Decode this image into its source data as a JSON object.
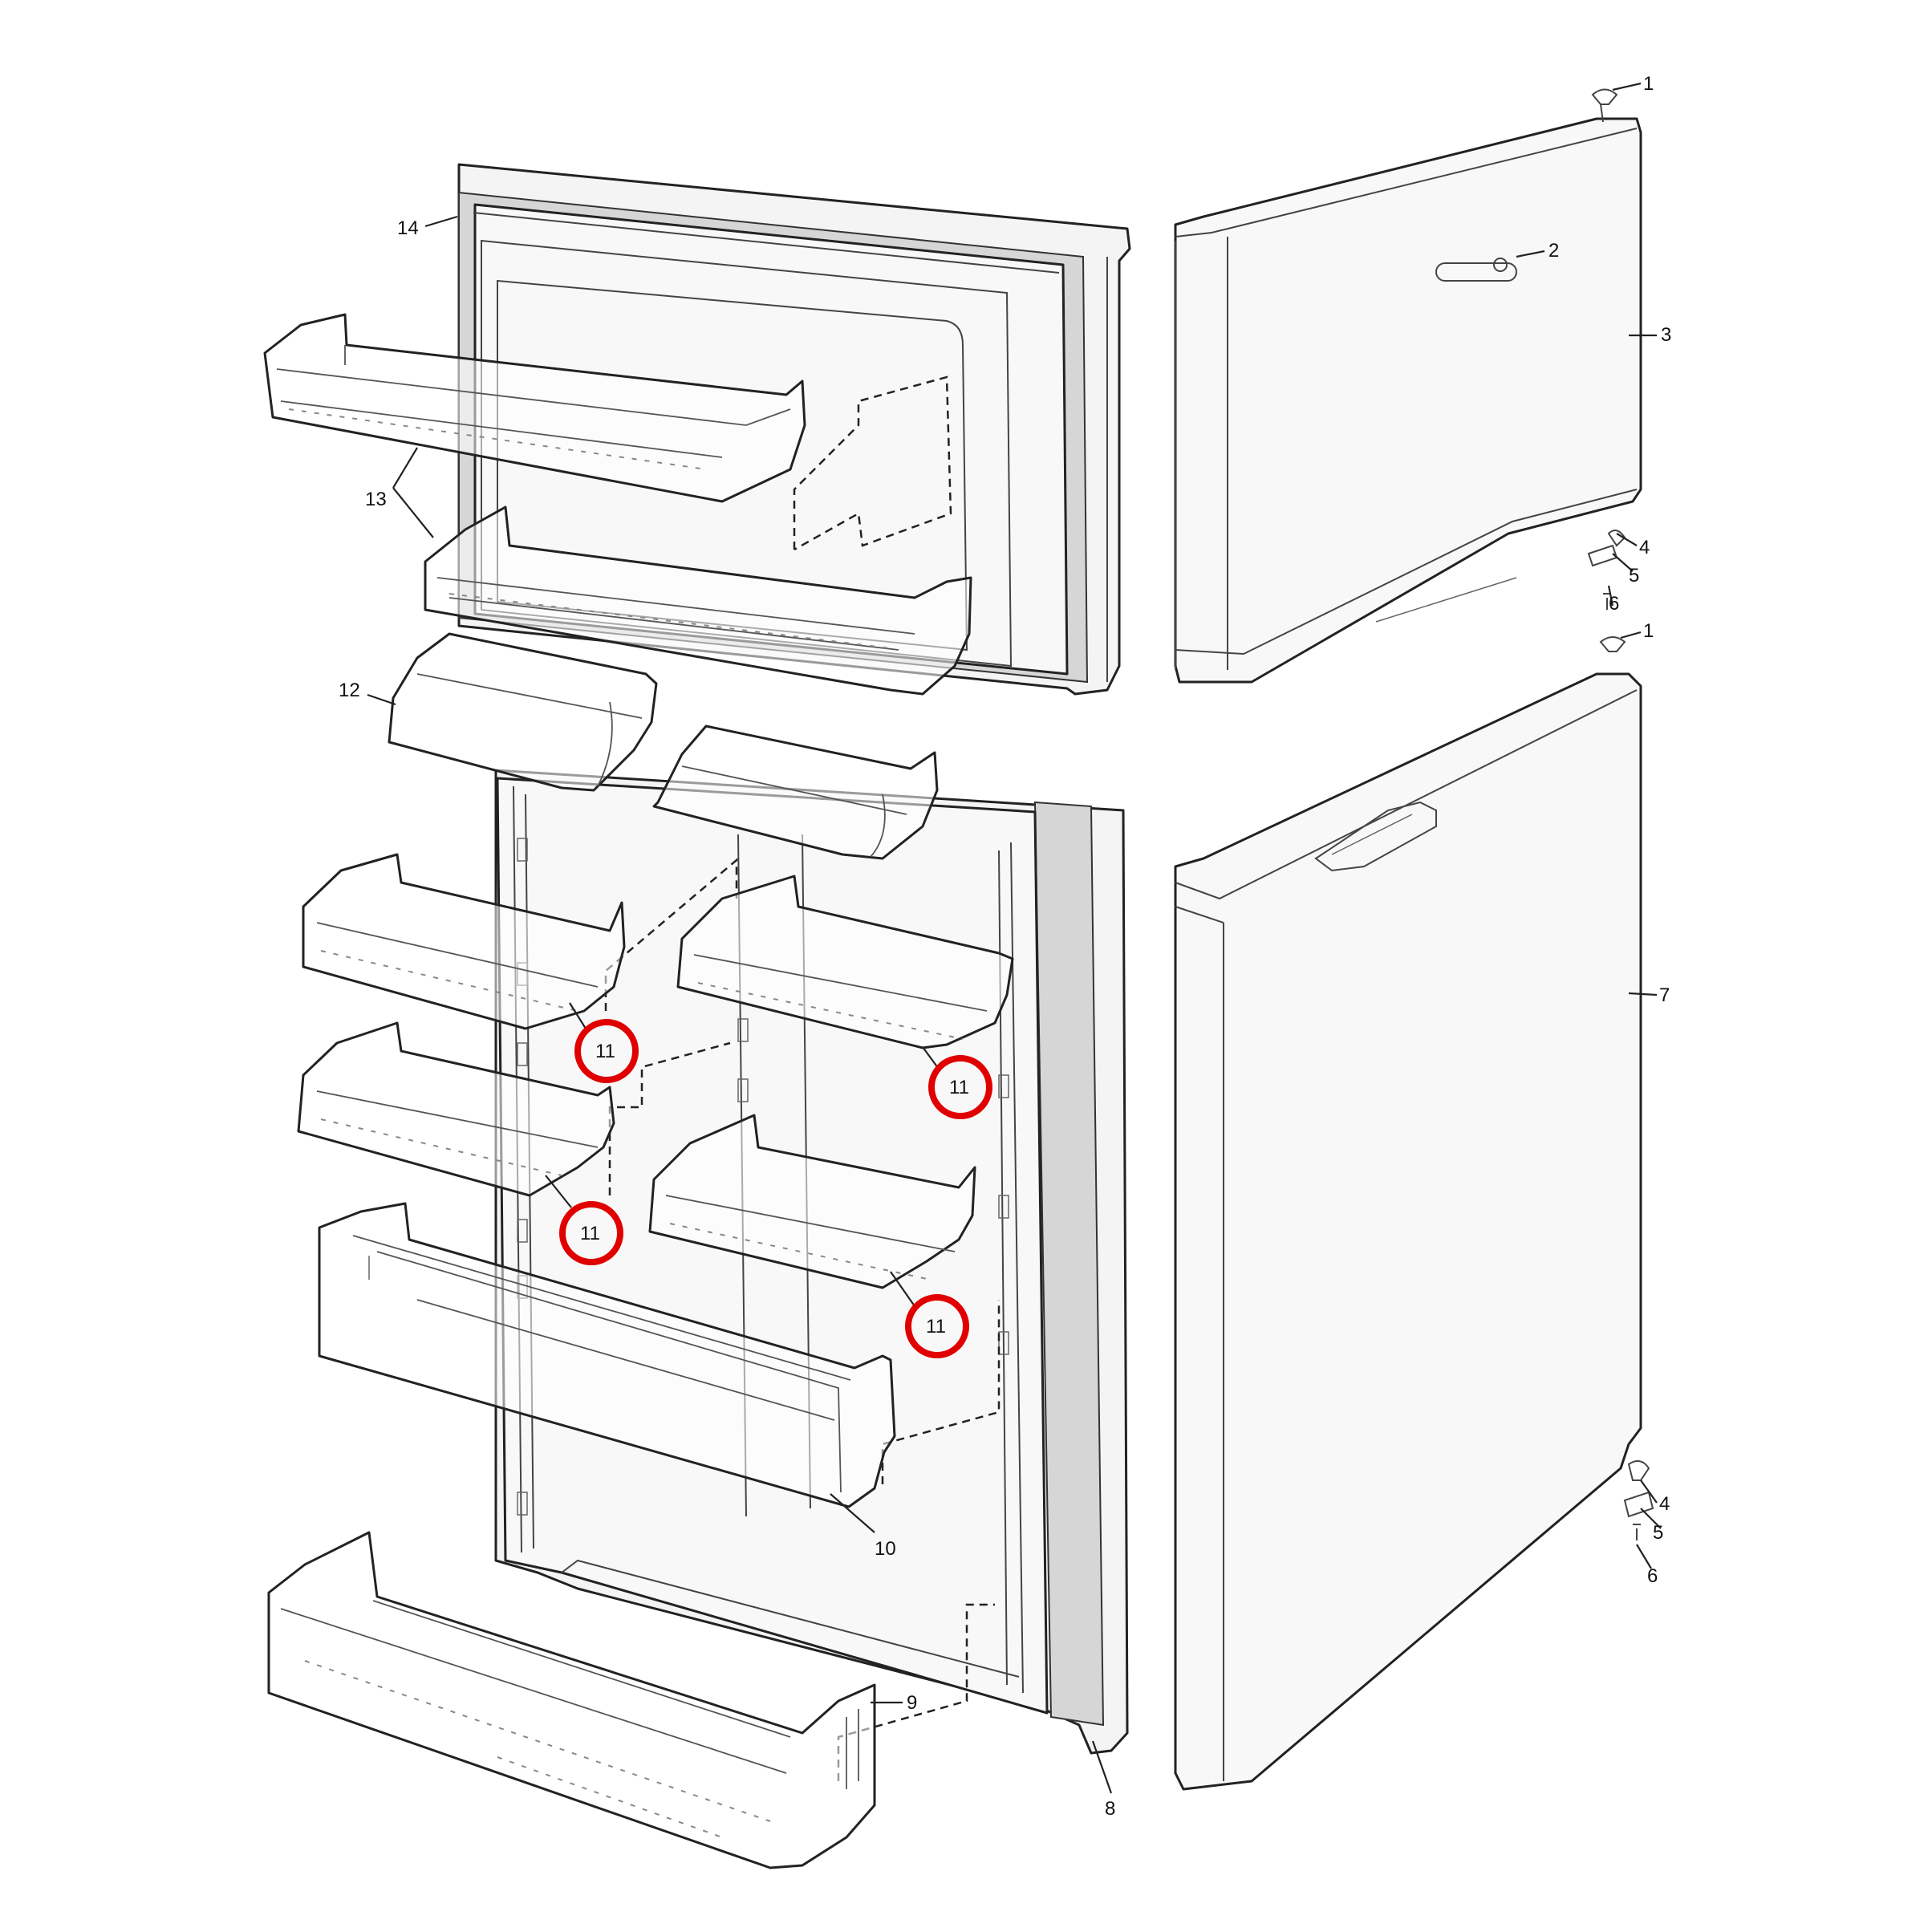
{
  "part_labels": {
    "p1a": "1",
    "p2": "2",
    "p3": "3",
    "p4a": "4",
    "p5a": "5",
    "p6a": "6",
    "p1b": "1",
    "p7": "7",
    "p4b": "4",
    "p5b": "5",
    "p6b": "6",
    "p8": "8",
    "p9": "9",
    "p10": "10",
    "p11a": "11",
    "p11b": "11",
    "p11c": "11",
    "p11d": "11",
    "p12": "12",
    "p13": "13",
    "p14": "14"
  },
  "highlighted_part": "11",
  "highlight_color": "#e00000"
}
